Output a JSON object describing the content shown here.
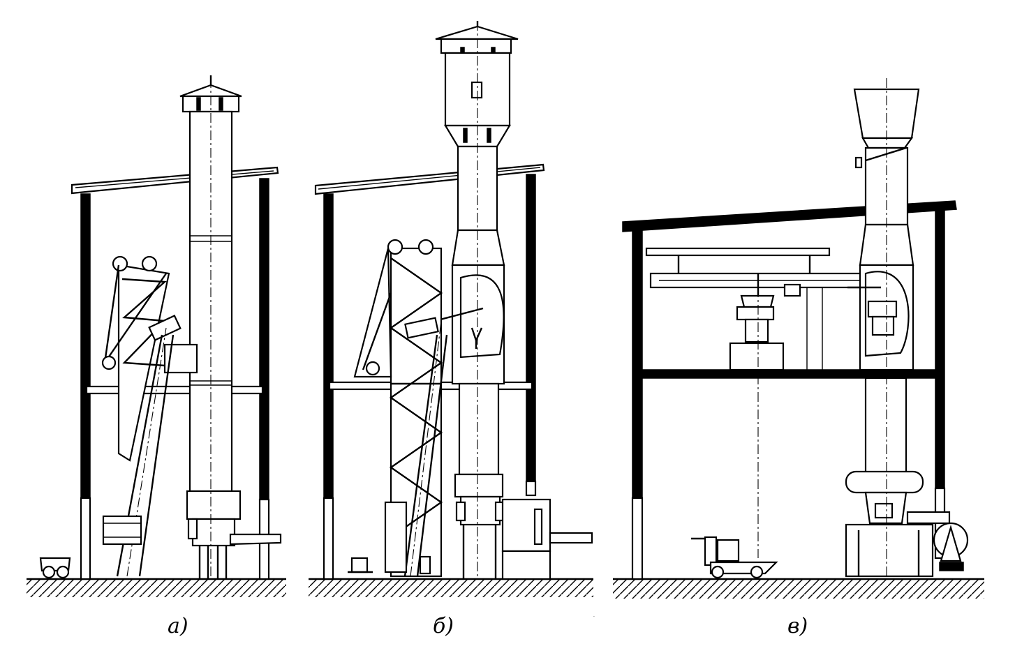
{
  "figure": {
    "panels": [
      {
        "id": "a",
        "label": "а)"
      },
      {
        "id": "b",
        "label": "б)"
      },
      {
        "id": "v",
        "label": "в)"
      }
    ]
  },
  "icons": [
    "hatched-ground",
    "vent-cap",
    "hopper",
    "crane",
    "trolley-car",
    "fan"
  ]
}
